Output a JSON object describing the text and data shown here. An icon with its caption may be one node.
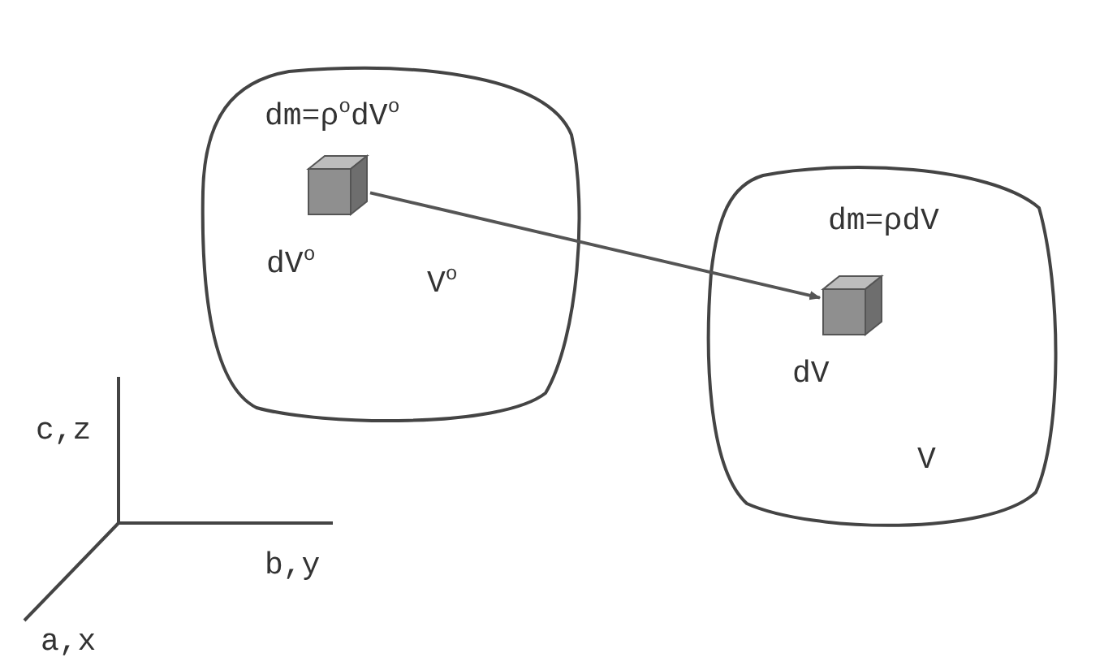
{
  "diagram": {
    "nodes": [
      {
        "text": [
          "dm=ρ$^{o}$dV$^{o}$",
          "V$^{o}$"
        ]
      },
      {
        "text": [],
        "shape": "box",
        "in": 0,
        "beside": [
          "dV$^{o}$"
        ]
      },
      {
        "text": [
          "dm=ρdV",
          "V"
        ]
      },
      {
        "text": [],
        "shape": "box",
        "in": 2,
        "beside": [
          "dV"
        ]
      }
    ],
    "edges": [
      {
        "from": 1,
        "to": 3,
        "arrow": "to"
      }
    ],
    "labels": [
      "c,z",
      "b,y",
      "a,x"
    ]
  }
}
